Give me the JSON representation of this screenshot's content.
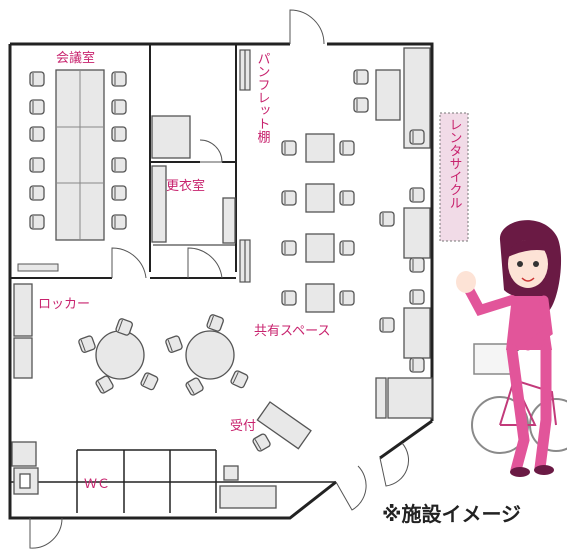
{
  "labels": {
    "meeting_room": "会議室",
    "pamphlet_shelf": "パンフレット棚",
    "changing_room": "更衣室",
    "rental_cycle": "レンタサイクル",
    "locker": "ロッカー",
    "shared_space": "共有スペース",
    "reception": "受付",
    "wc": "ＷＣ",
    "caption": "※施設イメージ"
  },
  "colors": {
    "label": "#c8236e",
    "furniture_fill": "#e8e8e8",
    "furniture_stroke": "#555555",
    "wall": "#222222",
    "rental_fill": "#f1dbe7",
    "person_pink": "#e2559a",
    "hair": "#6a1a44"
  },
  "icons": [
    "door-arc-icon",
    "chair-icon",
    "table-icon",
    "bicycle-icon",
    "woman-icon"
  ]
}
